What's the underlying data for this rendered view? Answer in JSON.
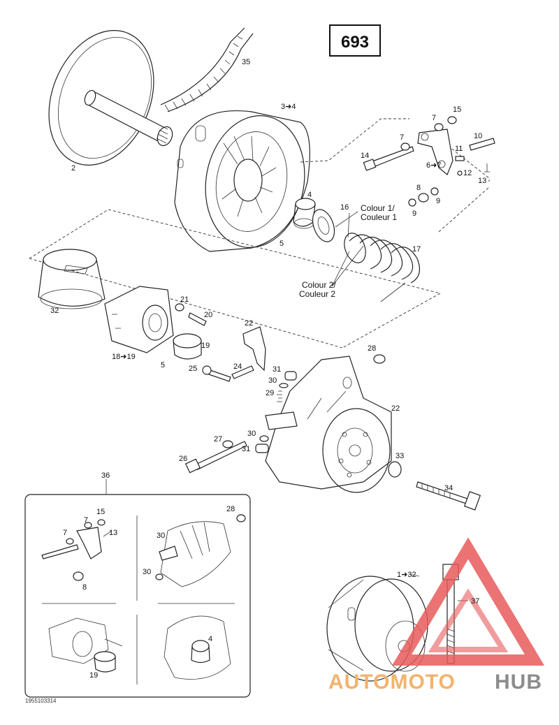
{
  "page_number": "693",
  "diagram_code": "1955103314",
  "watermark": {
    "part1": "AUTOMOTO",
    "part2": "HUB",
    "color_triangle": "#e85a5a",
    "color_auto": "#f2b36d",
    "color_hub": "#8c8c8c"
  },
  "callouts": {
    "c2": "2",
    "c35": "35",
    "c3_4": "3➜4",
    "c4": "4",
    "c5a": "5",
    "c16": "16",
    "colour1_a": "Colour 1/",
    "colour1_b": "Couleur 1",
    "c17": "17",
    "colour2_a": "Colour 2/",
    "colour2_b": "Couleur 2",
    "c7a": "7",
    "c15a": "15",
    "c7b": "7",
    "c10": "10",
    "c14": "14",
    "c6_7": "6➜7",
    "c11": "11",
    "c12": "12",
    "c13a": "13",
    "c8a": "8",
    "c9a": "9",
    "c9b": "9",
    "c32": "32",
    "c21": "21",
    "c20": "20",
    "c19a": "19",
    "c18_19": "18➜19",
    "c5b": "5",
    "c22a": "22",
    "c28a": "28",
    "c25": "25",
    "c24": "24",
    "c31a": "31",
    "c30a": "30",
    "c29": "29",
    "c22b": "22",
    "c27": "27",
    "c30b": "30",
    "c31b": "31",
    "c26": "26",
    "c33": "33",
    "c34": "34",
    "c36": "36",
    "c15b": "15",
    "c7c": "7",
    "c7d": "7",
    "c13b": "13",
    "c8b": "8",
    "c28b": "28",
    "c30c": "30",
    "c30d": "30",
    "c4b": "4",
    "c19b": "19",
    "c1_32": "1➜32",
    "c37": "37"
  }
}
